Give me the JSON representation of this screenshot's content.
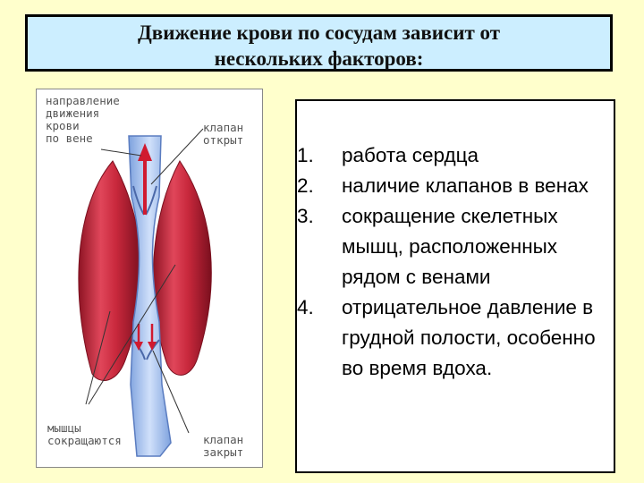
{
  "title": {
    "line1": "Движение крови по сосудам зависит от",
    "line2": "нескольких факторов:"
  },
  "diagram": {
    "labels": {
      "blood_direction": "направление\nдвижения\nкрови\nпо вене",
      "valve_open": "клапан\nоткрыт",
      "muscles_contract": "мышцы\nсокращаются",
      "valve_closed": "клапан\nзакрыт"
    },
    "colors": {
      "muscle": "#c8283c",
      "vein": "#a8c4f0",
      "arrow": "#d01a30"
    }
  },
  "factors": [
    {
      "num": "1.",
      "text": "работа сердца"
    },
    {
      "num": "2.",
      "text": "наличие клапанов в венах"
    },
    {
      "num": "3.",
      "text": "сокращение скелетных мышц, расположенных рядом с венами"
    },
    {
      "num": "4.",
      "text": "отрицательное давление в грудной полости, особенно во время вдоха."
    }
  ]
}
